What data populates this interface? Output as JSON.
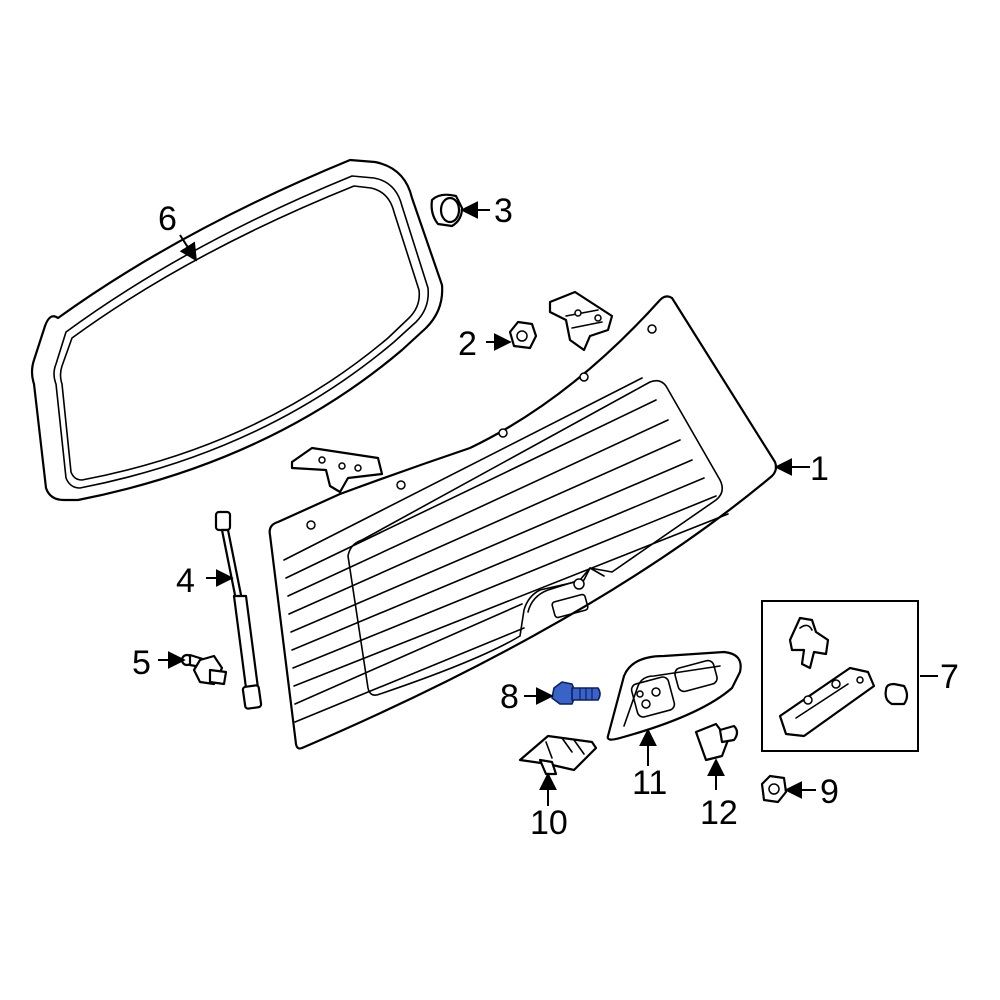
{
  "highlight_color": "#3a63c8",
  "callouts": {
    "c1": "1",
    "c2": "2",
    "c3": "3",
    "c4": "4",
    "c5": "5",
    "c6": "6",
    "c7": "7",
    "c8": "8",
    "c9": "9",
    "c10": "10",
    "c11": "11",
    "c12": "12"
  }
}
